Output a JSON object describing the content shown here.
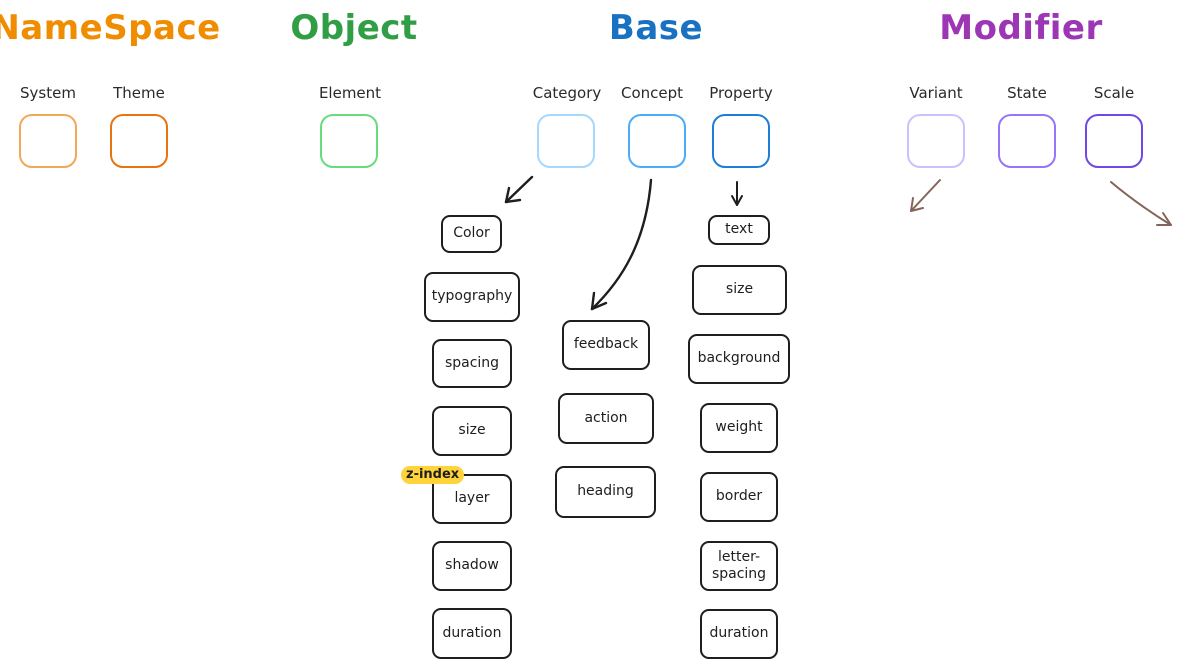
{
  "headings": {
    "namespace": "NameSpace",
    "object": "Object",
    "base": "Base",
    "modifier": "Modifier"
  },
  "colors": {
    "namespace": "#f08c00",
    "object": "#2f9e44",
    "base": "#1971c2",
    "modifier": "#9c36b5",
    "arrow_dark": "#1e1e1e",
    "arrow_brown": "#846358",
    "tag_highlight": "#ffd43b"
  },
  "groups": {
    "namespace": {
      "items": [
        {
          "label": "System",
          "color": "#f2a857"
        },
        {
          "label": "Theme",
          "color": "#e8740f"
        }
      ]
    },
    "object": {
      "items": [
        {
          "label": "Element",
          "color": "#69db7c"
        }
      ]
    },
    "base": {
      "items": [
        {
          "label": "Category",
          "color": "#a5d8ff"
        },
        {
          "label": "Concept",
          "color": "#4dabf7"
        },
        {
          "label": "Property",
          "color": "#1c7ed6"
        }
      ]
    },
    "modifier": {
      "items": [
        {
          "label": "Variant",
          "color": "#d0bfff"
        },
        {
          "label": "State",
          "color": "#9775fa"
        },
        {
          "label": "Scale",
          "color": "#7048e8"
        }
      ]
    }
  },
  "category_list": [
    "Color",
    "typography",
    "spacing",
    "size",
    "layer",
    "shadow",
    "duration"
  ],
  "concept_list": [
    "feedback",
    "action",
    "heading"
  ],
  "property_list": [
    "text",
    "size",
    "background",
    "weight",
    "border",
    "letter-spacing",
    "duration"
  ],
  "annotation": {
    "layer_tag": "z-index"
  }
}
